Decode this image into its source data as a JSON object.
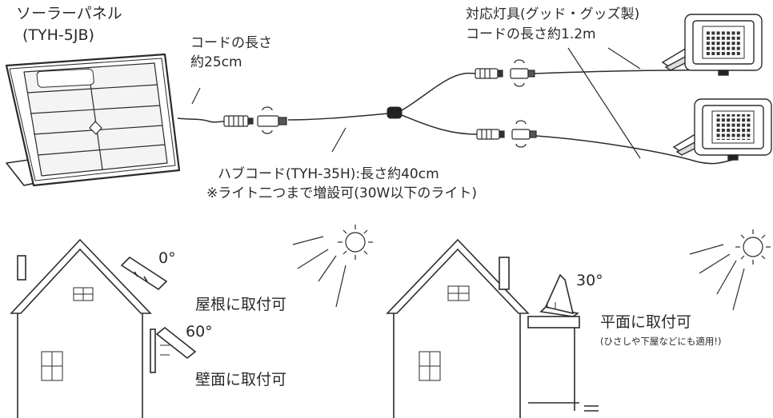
{
  "labels": {
    "solar_panel_name": "ソーラーパネル",
    "solar_panel_model": "(TYH-5JB)",
    "panel_cord_line1": "コードの長さ",
    "panel_cord_line2": "約25cm",
    "light_line1": "対応灯具(グッド・グッズ製)",
    "light_line2": "コードの長さ約1.2m",
    "hub_line1": "ハブコード(TYH-35H):長さ約40cm",
    "hub_line2": "※ライト二つまで増設可(30W以下のライト)",
    "roof_angle": "0°",
    "roof_mount": "屋根に取付可",
    "wall_angle": "60°",
    "wall_mount": "壁面に取付可",
    "flat_angle": "30°",
    "flat_mount": "平面に取付可",
    "flat_note": "(ひさしや下屋などにも適用!)"
  },
  "colors": {
    "line": "#2b2b2b",
    "panel_frame": "#3a3a3a"
  }
}
